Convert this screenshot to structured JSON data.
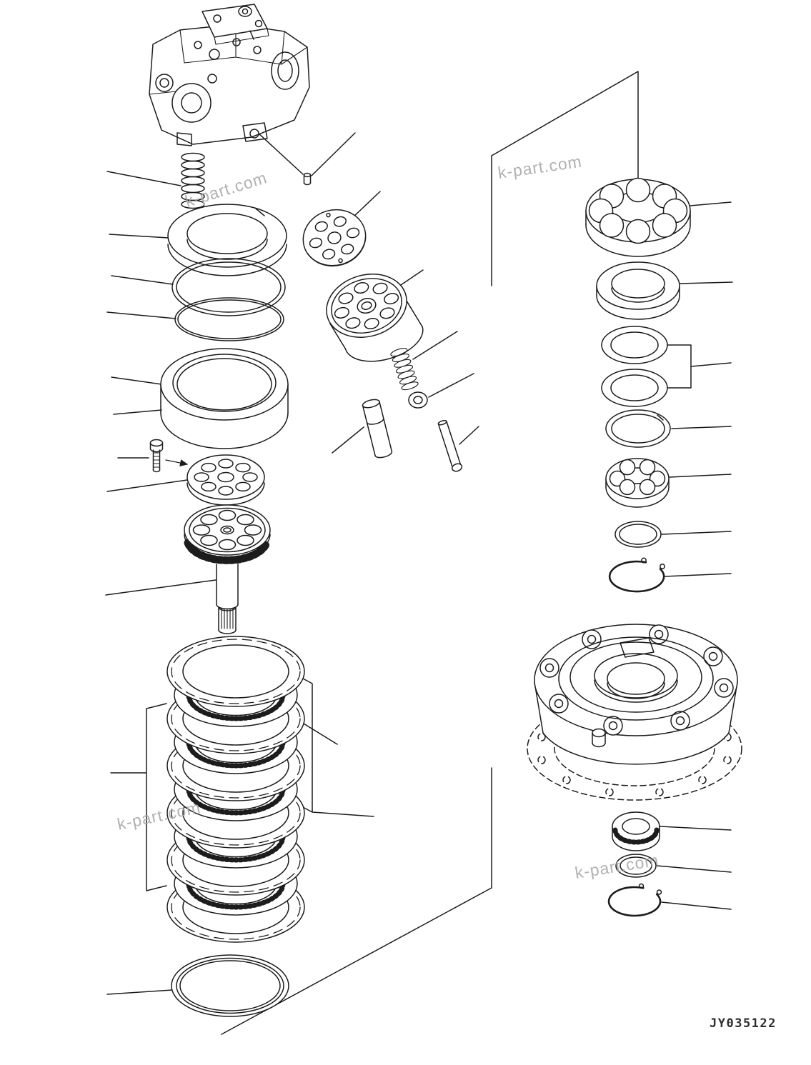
{
  "page": {
    "background": "#ffffff",
    "line_color": "#1c1c1c",
    "watermark_color": "#a9a9a9",
    "drawing_number": "JY035122"
  },
  "watermarks": [
    {
      "text": "k-part.com"
    },
    {
      "text": "k-part.com"
    },
    {
      "text": "k-part.com"
    },
    {
      "text": "k-part.com"
    }
  ]
}
